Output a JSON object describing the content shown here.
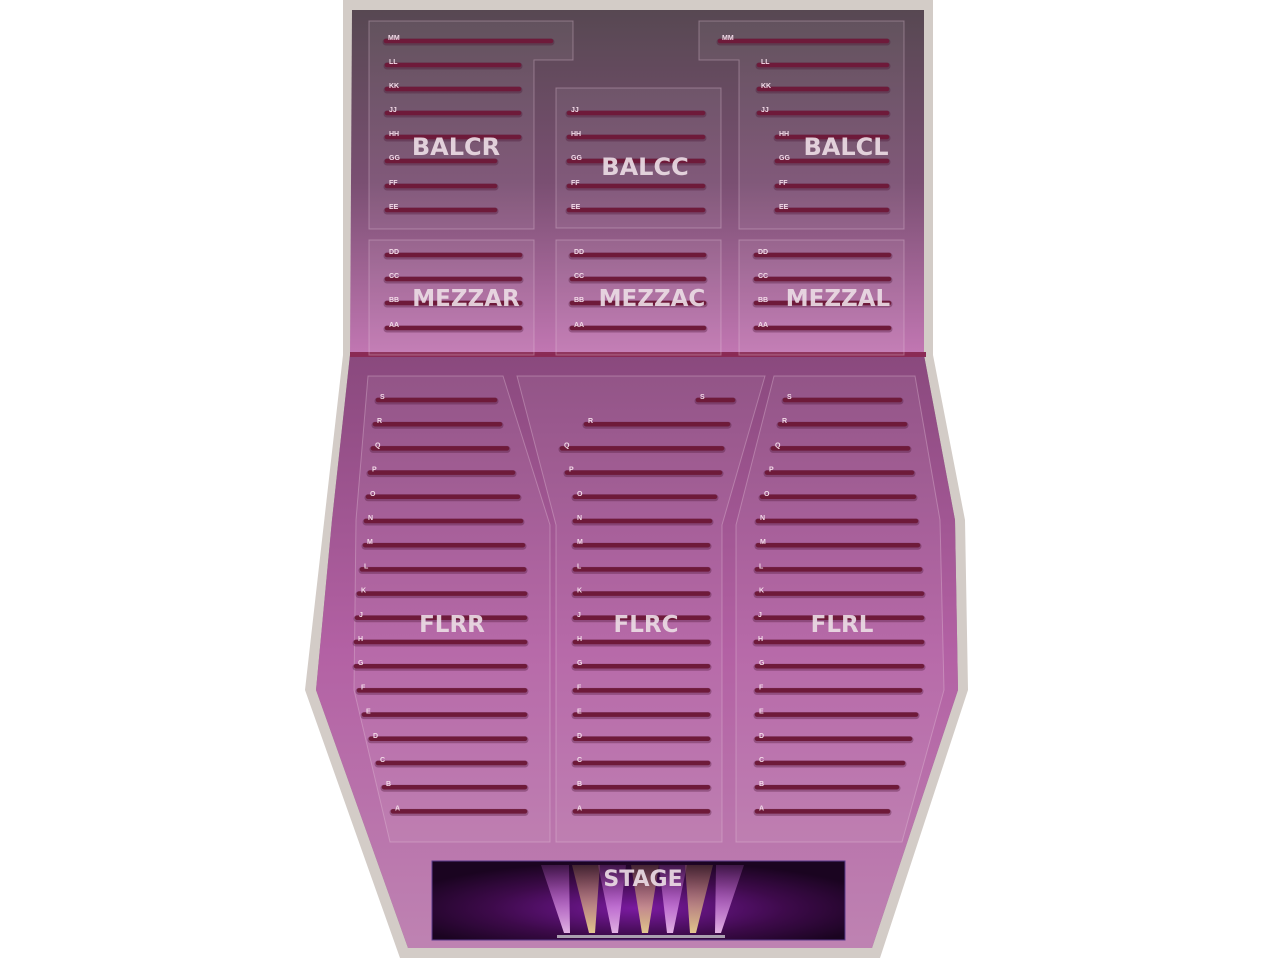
{
  "venue_map": {
    "colors": {
      "outline": "#d3ccc7",
      "upper": "#5b4a55",
      "mezz": "#b86aa6",
      "floor": "#c45bb0",
      "row_bar": "#6e1a3a",
      "stage": "#2a0630",
      "stage_glow": "#a02fc0"
    },
    "stage": {
      "label": "STAGE"
    },
    "sections": [
      {
        "id": "balcr",
        "label": "BALCR",
        "rows": [
          "MM",
          "LL",
          "KK",
          "JJ",
          "HH",
          "GG",
          "FF",
          "EE"
        ]
      },
      {
        "id": "balcc",
        "label": "BALCC",
        "rows": [
          "JJ",
          "HH",
          "GG",
          "FF",
          "EE"
        ]
      },
      {
        "id": "balcl",
        "label": "BALCL",
        "rows": [
          "MM",
          "LL",
          "KK",
          "JJ",
          "HH",
          "GG",
          "FF",
          "EE"
        ]
      },
      {
        "id": "mezzar",
        "label": "MEZZAR",
        "rows": [
          "DD",
          "CC",
          "BB",
          "AA"
        ]
      },
      {
        "id": "mezzac",
        "label": "MEZZAC",
        "rows": [
          "DD",
          "CC",
          "BB",
          "AA"
        ]
      },
      {
        "id": "mezzal",
        "label": "MEZZAL",
        "rows": [
          "DD",
          "CC",
          "BB",
          "AA"
        ]
      },
      {
        "id": "flrr",
        "label": "FLRR",
        "rows": [
          "S",
          "R",
          "Q",
          "P",
          "O",
          "N",
          "M",
          "L",
          "K",
          "J",
          "H",
          "G",
          "F",
          "E",
          "D",
          "C",
          "B",
          "A"
        ]
      },
      {
        "id": "flrc",
        "label": "FLRC",
        "rows": [
          "S",
          "R",
          "Q",
          "P",
          "O",
          "N",
          "M",
          "L",
          "K",
          "J",
          "H",
          "G",
          "F",
          "E",
          "D",
          "C",
          "B",
          "A"
        ]
      },
      {
        "id": "flrl",
        "label": "FLRL",
        "rows": [
          "S",
          "R",
          "Q",
          "P",
          "O",
          "N",
          "M",
          "L",
          "K",
          "J",
          "H",
          "G",
          "F",
          "E",
          "D",
          "C",
          "B",
          "A"
        ]
      }
    ]
  }
}
